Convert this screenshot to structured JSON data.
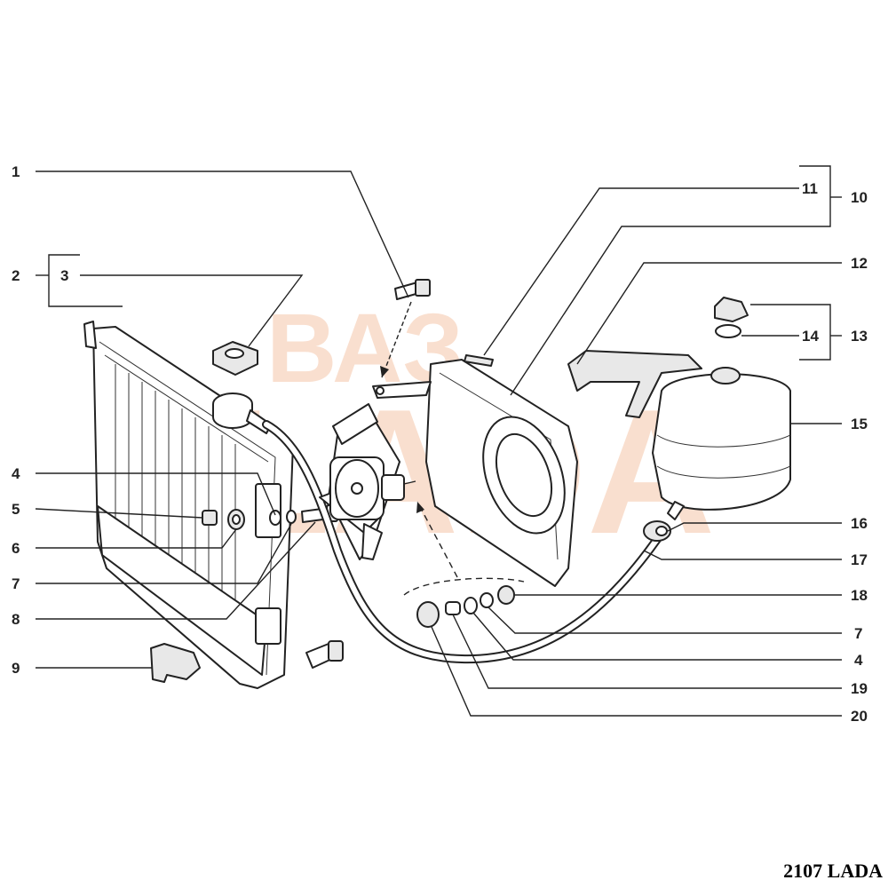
{
  "watermark": {
    "line1": "ВАЗ",
    "line2": "LADA"
  },
  "footer": {
    "caption": "2107 LADA"
  },
  "callouts": {
    "c1": "1",
    "c2": "2",
    "c3": "3",
    "c4a": "4",
    "c5": "5",
    "c6": "6",
    "c7a": "7",
    "c8": "8",
    "c9": "9",
    "c10": "10",
    "c11": "11",
    "c12": "12",
    "c13": "13",
    "c14": "14",
    "c15": "15",
    "c16": "16",
    "c17": "17",
    "c18": "18",
    "c7b": "7",
    "c4b": "4",
    "c19": "19",
    "c20": "20"
  }
}
